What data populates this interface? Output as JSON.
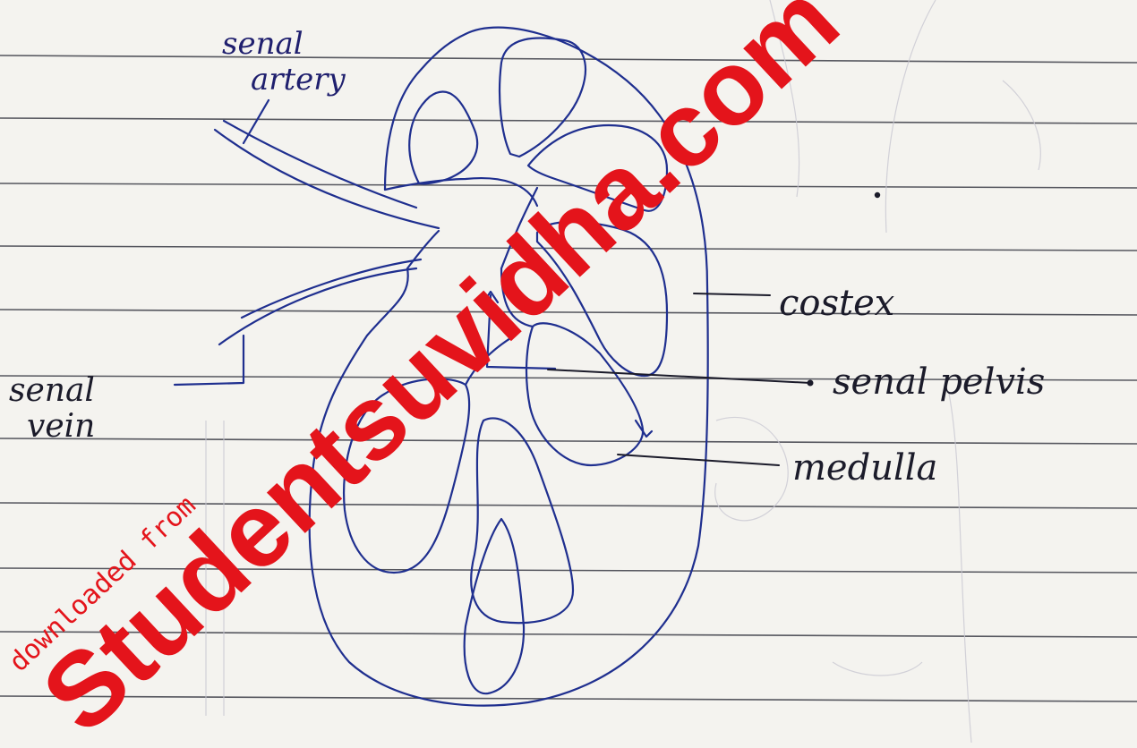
{
  "diagram": {
    "labels": {
      "renal_artery": [
        "senal",
        "artery"
      ],
      "renal_vein": [
        "senal",
        "vein"
      ],
      "cortex": "costex",
      "renal_pelvis": "senal pelvis",
      "medulla": "medulla"
    }
  },
  "watermark": {
    "main": "Studentsuvidha.com",
    "small": "downloaded from"
  },
  "colors": {
    "paper": "#f4f3ef",
    "rule_lines": "#55565e",
    "ink_blue": "#1f2f8f",
    "ink_black": "#1b1b2a",
    "watermark": "#e4141b"
  }
}
